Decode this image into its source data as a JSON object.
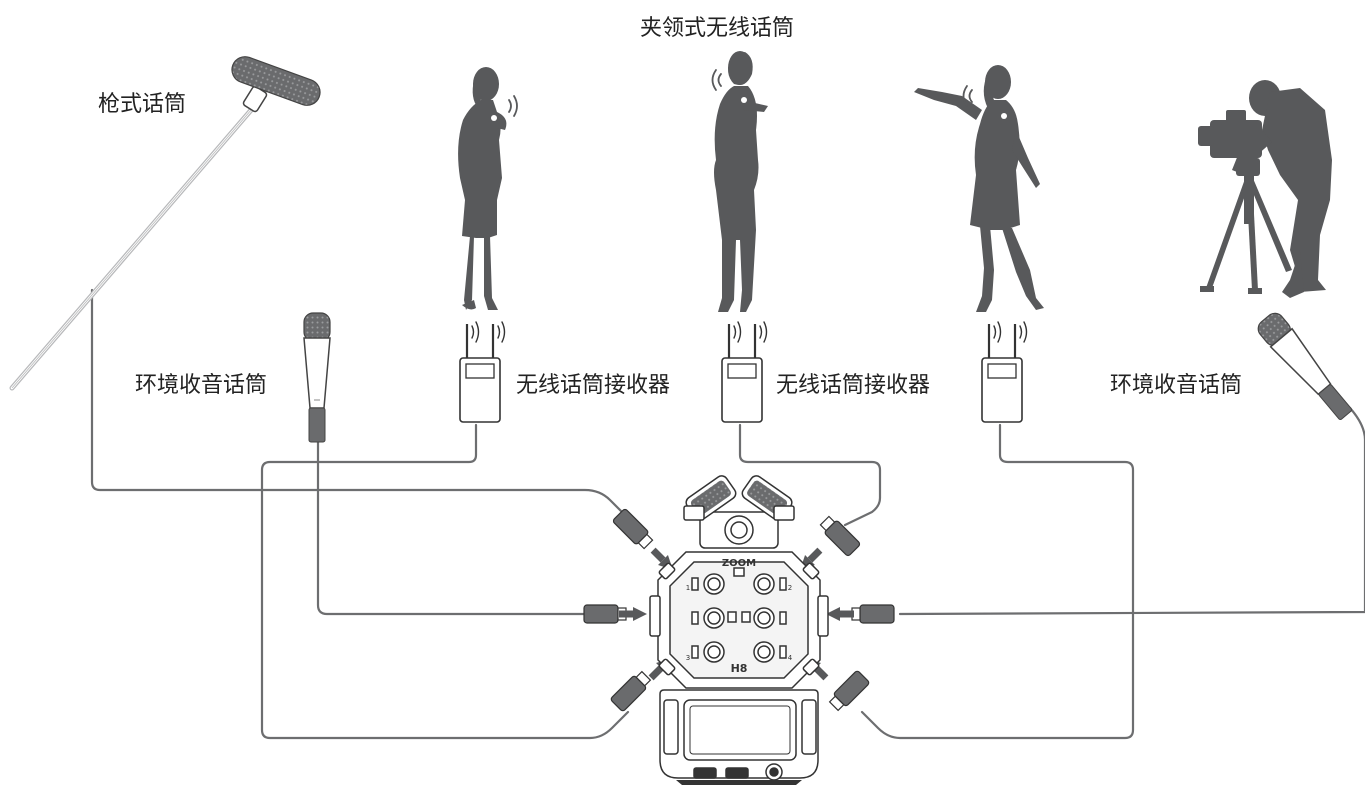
{
  "labels": {
    "lavalier_wireless_mic": "夹领式无线话筒",
    "shotgun_mic": "枪式话筒",
    "ambient_mic_left": "环境收音话筒",
    "wireless_receiver_1": "无线话筒接收器",
    "wireless_receiver_2": "无线话筒接收器",
    "ambient_mic_right": "环境收音话筒"
  },
  "device": {
    "brand": "ZOOM",
    "model": "H8",
    "input_numbers": [
      "1",
      "2",
      "3",
      "4"
    ]
  },
  "colors": {
    "silhouette": "#58595b",
    "cable": "#6d6e70",
    "arrow": "#58595b",
    "device_body": "#ffffff",
    "device_stroke": "#333333",
    "label": "#222222"
  },
  "icons": [
    "shotgun-mic-icon",
    "handheld-mic-icon",
    "woman-silhouette-icon",
    "camera-operator-icon",
    "wireless-receiver-icon",
    "recorder-icon",
    "arrow-icon"
  ]
}
